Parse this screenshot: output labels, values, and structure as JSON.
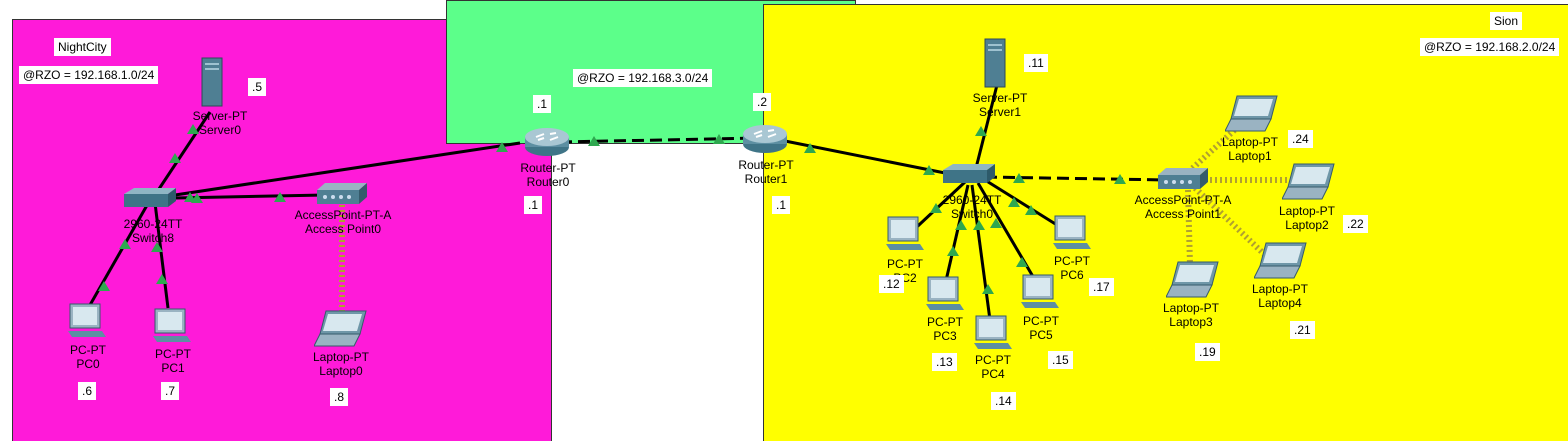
{
  "zones": {
    "left": {
      "name": "NightCity",
      "network": "@RZO = 192.168.1.0/24",
      "color": "#ff1ad9"
    },
    "mid": {
      "network": "@RZO = 192.168.3.0/24",
      "color": "#5cff8a"
    },
    "right": {
      "name": "Sion",
      "network": "@RZO = 192.168.2.0/24",
      "color": "#ffff00"
    }
  },
  "devices": {
    "server0": {
      "type": "Server-PT",
      "name": "Server0",
      "ip": ".5",
      "icon": "server-icon"
    },
    "switch8": {
      "type": "2960-24TT",
      "name": "Switch8",
      "icon": "switch-icon"
    },
    "ap0": {
      "type": "AccessPoint-PT-A",
      "name": "Access Point0",
      "icon": "access-point-icon"
    },
    "laptop0": {
      "type": "Laptop-PT",
      "name": "Laptop0",
      "ip": ".8",
      "icon": "laptop-icon"
    },
    "pc0": {
      "type": "PC-PT",
      "name": "PC0",
      "ip": ".6",
      "icon": "pc-icon"
    },
    "pc1": {
      "type": "PC-PT",
      "name": "PC1",
      "ip": ".7",
      "icon": "pc-icon"
    },
    "router0": {
      "type": "Router-PT",
      "name": "Router0",
      "ip_wan": ".1",
      "ip_lan": ".1",
      "icon": "router-icon"
    },
    "router1": {
      "type": "Router-PT",
      "name": "Router1",
      "ip_wan": ".2",
      "ip_lan": ".1",
      "icon": "router-icon"
    },
    "server1": {
      "type": "Server-PT",
      "name": "Server1",
      "ip": ".11",
      "icon": "server-icon"
    },
    "switch0": {
      "type": "2960-24TT",
      "name": "Switch0",
      "icon": "switch-icon"
    },
    "ap1": {
      "type": "AccessPoint-PT-A",
      "name": "Access Point1",
      "icon": "access-point-icon"
    },
    "pc2": {
      "type": "PC-PT",
      "name": "PC2",
      "ip": ".12",
      "icon": "pc-icon"
    },
    "pc3": {
      "type": "PC-PT",
      "name": "PC3",
      "ip": ".13",
      "icon": "pc-icon"
    },
    "pc4": {
      "type": "PC-PT",
      "name": "PC4",
      "ip": ".14",
      "icon": "pc-icon"
    },
    "pc5": {
      "type": "PC-PT",
      "name": "PC5",
      "ip": ".15",
      "icon": "pc-icon"
    },
    "pc6": {
      "type": "PC-PT",
      "name": "PC6",
      "ip": ".17",
      "icon": "pc-icon"
    },
    "laptop1": {
      "type": "Laptop-PT",
      "name": "Laptop1",
      "ip": ".24",
      "icon": "laptop-icon"
    },
    "laptop2": {
      "type": "Laptop-PT",
      "name": "Laptop2",
      "ip": ".22",
      "icon": "laptop-icon"
    },
    "laptop3": {
      "type": "Laptop-PT",
      "name": "Laptop3",
      "ip": ".19",
      "icon": "laptop-icon"
    },
    "laptop4": {
      "type": "Laptop-PT",
      "name": "Laptop4",
      "ip": ".21",
      "icon": "laptop-icon"
    }
  },
  "colors": {
    "link": "#000000",
    "wireless": "#b0a030",
    "port_ok": "#2ea84f"
  }
}
